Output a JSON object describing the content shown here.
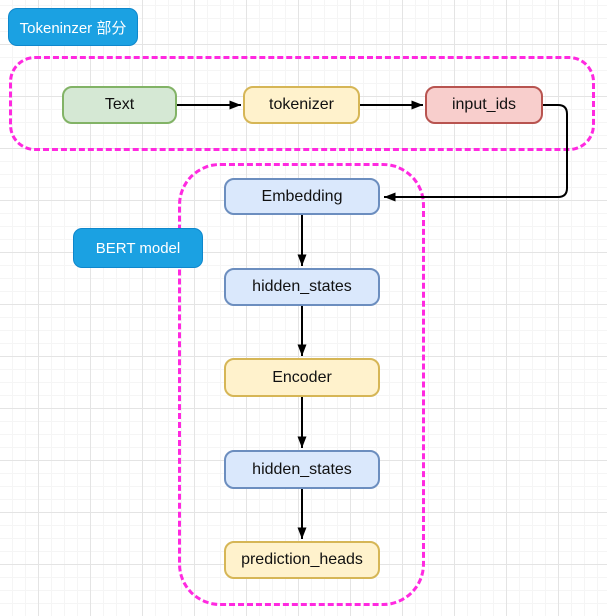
{
  "diagram": {
    "section_labels": {
      "tokenizer": "Tokeninzer 部分",
      "bert": "BERT model"
    },
    "nodes": {
      "text": "Text",
      "tokenizer": "tokenizer",
      "input_ids": "input_ids",
      "embedding": "Embedding",
      "hidden_states_1": "hidden_states",
      "encoder": "Encoder",
      "hidden_states_2": "hidden_states",
      "prediction_heads": "prediction_heads"
    },
    "edges": [
      {
        "from": "Text",
        "to": "tokenizer"
      },
      {
        "from": "tokenizer",
        "to": "input_ids"
      },
      {
        "from": "input_ids",
        "to": "Embedding"
      },
      {
        "from": "Embedding",
        "to": "hidden_states"
      },
      {
        "from": "hidden_states",
        "to": "Encoder"
      },
      {
        "from": "Encoder",
        "to": "hidden_states"
      },
      {
        "from": "hidden_states",
        "to": "prediction_heads"
      }
    ],
    "colors": {
      "green_fill": "#d5e8d4",
      "green_stroke": "#82b366",
      "yellow_fill": "#fff2cc",
      "yellow_stroke": "#d6b656",
      "red_fill": "#f8cecc",
      "red_stroke": "#b85450",
      "blue_fill": "#dae8fc",
      "blue_stroke": "#6c8ebf",
      "badge_fill": "#1ba1e2",
      "badge_stroke": "#0e87cc",
      "container_stroke": "#ff29e0",
      "edge_color": "#000000",
      "grid_major": "#e4e4e4",
      "grid_minor": "#f5f5f5"
    }
  }
}
